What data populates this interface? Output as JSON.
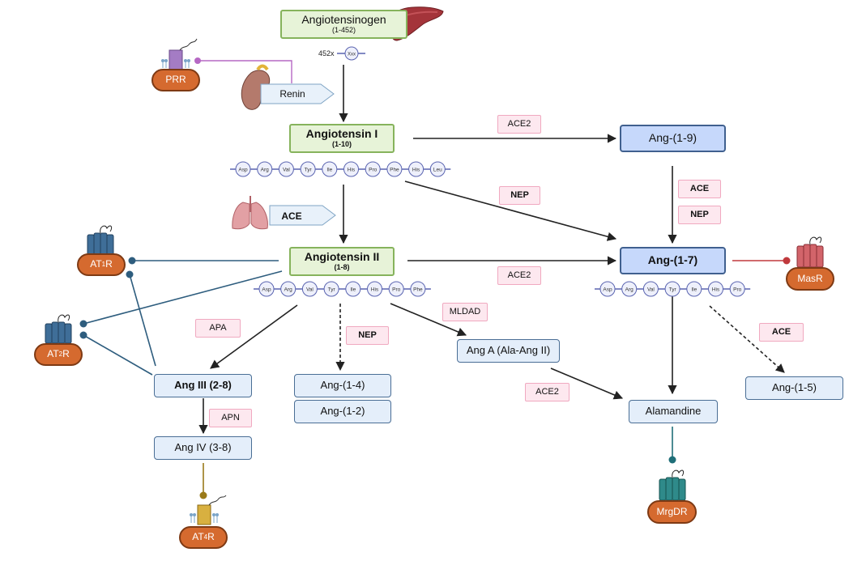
{
  "nodes": {
    "angiotensinogen": {
      "label": "Angiotensinogen",
      "sub": "(1-452)"
    },
    "residues_count": "452x",
    "residue_x": "Xxx",
    "angiotensin1": {
      "label": "Angiotensin I",
      "sub": "(1-10)"
    },
    "angiotensin2": {
      "label": "Angiotensin II",
      "sub": "(1-8)"
    },
    "ang_1_9": "Ang-(1-9)",
    "ang_1_7": "Ang-(1-7)",
    "ang_a": "Ang A (Ala-Ang II)",
    "alamandine": "Alamandine",
    "ang_1_5": "Ang-(1-5)",
    "ang_3": "Ang III (2-8)",
    "ang_4": "Ang IV (3-8)",
    "ang_1_4": "Ang-(1-4)",
    "ang_1_2": "Ang-(1-2)"
  },
  "enzymes": {
    "renin": "Renin",
    "ace_lung": "ACE",
    "ace2_top": "ACE2",
    "nep_mid": "NEP",
    "ace_19": "ACE",
    "nep_19": "NEP",
    "ace2_mid": "ACE2",
    "mldad": "MLDAD",
    "apa": "APA",
    "nep_low": "NEP",
    "ace_right": "ACE",
    "ace2_low": "ACE2",
    "apn": "APN"
  },
  "receptors": {
    "prr": "PRR",
    "at1": {
      "base": "AT",
      "sub": "1",
      "suffix": "R"
    },
    "at2": {
      "base": "AT",
      "sub": "2",
      "suffix": "R"
    },
    "at4": {
      "base": "AT",
      "sub": "4",
      "suffix": "R"
    },
    "mas": "MasR",
    "mrgd": "MrgDR"
  },
  "peptides": {
    "ang1": [
      "Asp",
      "Arg",
      "Val",
      "Tyr",
      "Ile",
      "His",
      "Pro",
      "Phe",
      "His",
      "Leu"
    ],
    "ang2": [
      "Asp",
      "Arg",
      "Val",
      "Tyr",
      "Ile",
      "His",
      "Pro",
      "Phe"
    ],
    "ang17": [
      "Asp",
      "Arg",
      "Val",
      "Tyr",
      "Ile",
      "His",
      "Pro"
    ]
  },
  "colors": {
    "arrow": "#222222",
    "receptor_line": "#2e5d7e",
    "prr_line": "#b668c4",
    "mas_line": "#c0393d",
    "at4_line": "#9a7a1a",
    "mrgd_line": "#1f6e78",
    "residue_fill": "#eef0fb",
    "residue_stroke": "#5a64b0"
  },
  "icons": [
    "liver-icon",
    "kidney-icon",
    "lungs-icon",
    "receptor-icon"
  ]
}
